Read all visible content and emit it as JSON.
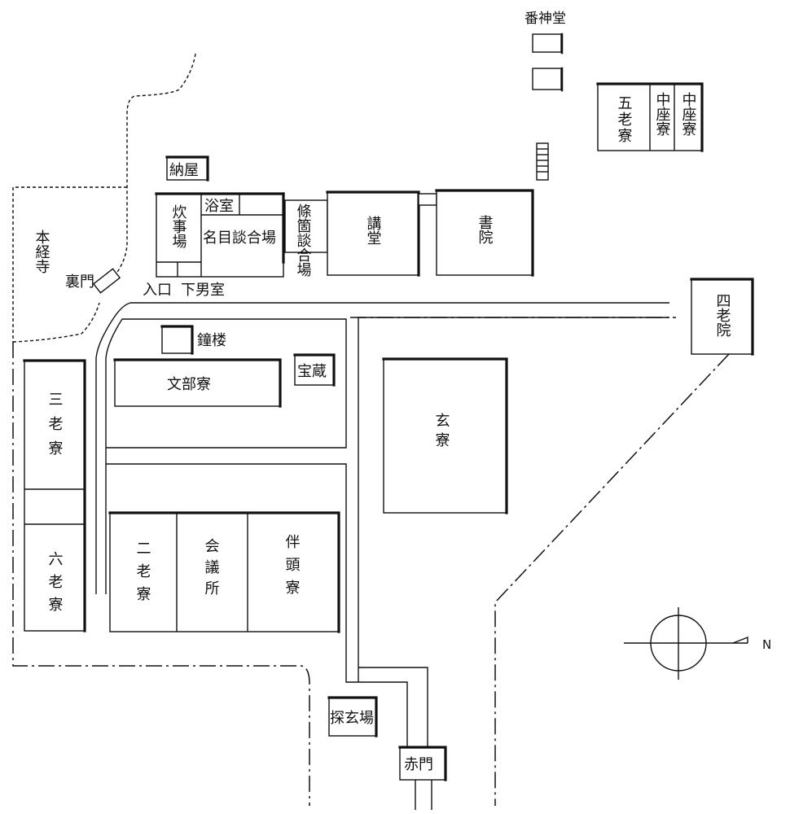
{
  "labels": {
    "bansindo": "番神堂",
    "gorouryo": "五老寮",
    "chuzaryo_1": "中座寮",
    "chuzaryo_2": "中座寮",
    "naya": "納屋",
    "yokushitsu": "浴室",
    "suijiba": "炊事場",
    "meimoku": "名目談合場",
    "jokan": "條箇談合場",
    "kodo": "講堂",
    "shoin": "書院",
    "honkyoji": "本経寺",
    "uramon": "裏門",
    "iriguchi": "入口",
    "genanshitsu": "下男室",
    "shirouin": "四老院",
    "shoro": "鐘楼",
    "houzou": "宝蔵",
    "bunburyo": "文部寮",
    "sanrouryo": "三老寮",
    "genryo": "玄寮",
    "rokurouryo": "六老寮",
    "nirouryo": "二老寮",
    "kaigisho": "会議所",
    "bantouryo": "伴頭寮",
    "tangenba": "探玄場",
    "akamon": "赤門",
    "north": "N"
  },
  "colors": {
    "ink": "#111111",
    "paper": "#ffffff"
  }
}
